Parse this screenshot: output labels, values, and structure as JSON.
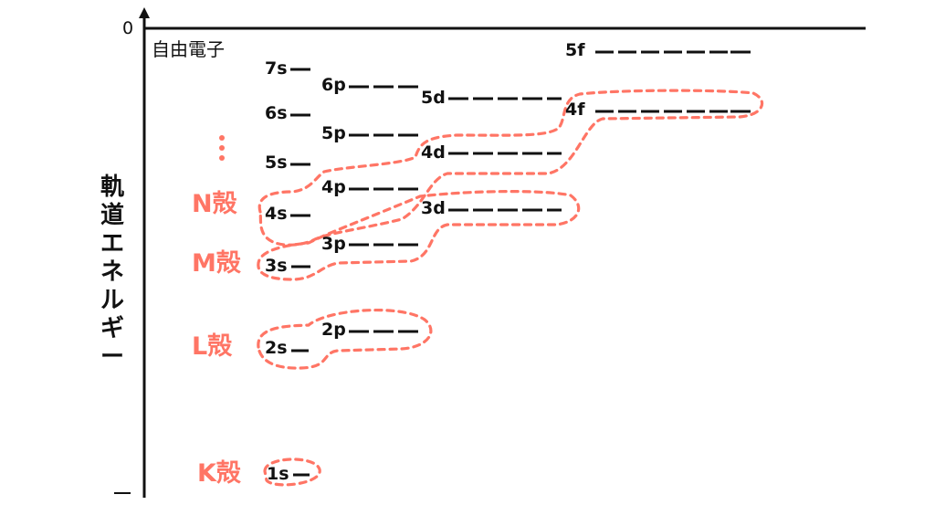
{
  "axes": {
    "y_top_label": "0",
    "y_bottom_label": "—",
    "y_axis_title_chars": [
      "軌",
      "道",
      "エ",
      "ネ",
      "ル",
      "ギ",
      "ー"
    ],
    "free_electron_label": "自由電子"
  },
  "shells": [
    {
      "name": "K殻",
      "orbitals": [
        "1s"
      ]
    },
    {
      "name": "L殻",
      "orbitals": [
        "2s",
        "2p"
      ]
    },
    {
      "name": "M殻",
      "orbitals": [
        "3s",
        "3p",
        "3d"
      ]
    },
    {
      "name": "N殻",
      "orbitals": [
        "4s",
        "4p",
        "4d",
        "4f"
      ]
    },
    {
      "name": "⋮",
      "orbitals": []
    }
  ],
  "orbitals": {
    "s1": {
      "label": "1s",
      "levels": 1
    },
    "s2": {
      "label": "2s",
      "levels": 1
    },
    "p2": {
      "label": "2p",
      "levels": 3
    },
    "s3": {
      "label": "3s",
      "levels": 1
    },
    "p3": {
      "label": "3p",
      "levels": 3
    },
    "s4": {
      "label": "4s",
      "levels": 1
    },
    "d3": {
      "label": "3d",
      "levels": 5
    },
    "p4": {
      "label": "4p",
      "levels": 3
    },
    "s5": {
      "label": "5s",
      "levels": 1
    },
    "d4": {
      "label": "4d",
      "levels": 5
    },
    "p5": {
      "label": "5p",
      "levels": 3
    },
    "s6": {
      "label": "6s",
      "levels": 1
    },
    "f4": {
      "label": "4f",
      "levels": 7
    },
    "d5": {
      "label": "5d",
      "levels": 5
    },
    "p6": {
      "label": "6p",
      "levels": 3
    },
    "s7": {
      "label": "7s",
      "levels": 1
    },
    "f5": {
      "label": "5f",
      "levels": 7
    }
  },
  "shell_labels": {
    "k": "K殻",
    "l": "L殻",
    "m": "M殻",
    "n": "N殻",
    "more": "⋮"
  },
  "colors": {
    "highlight": "#ff7565",
    "line": "#111111",
    "background": "#ffffff"
  }
}
